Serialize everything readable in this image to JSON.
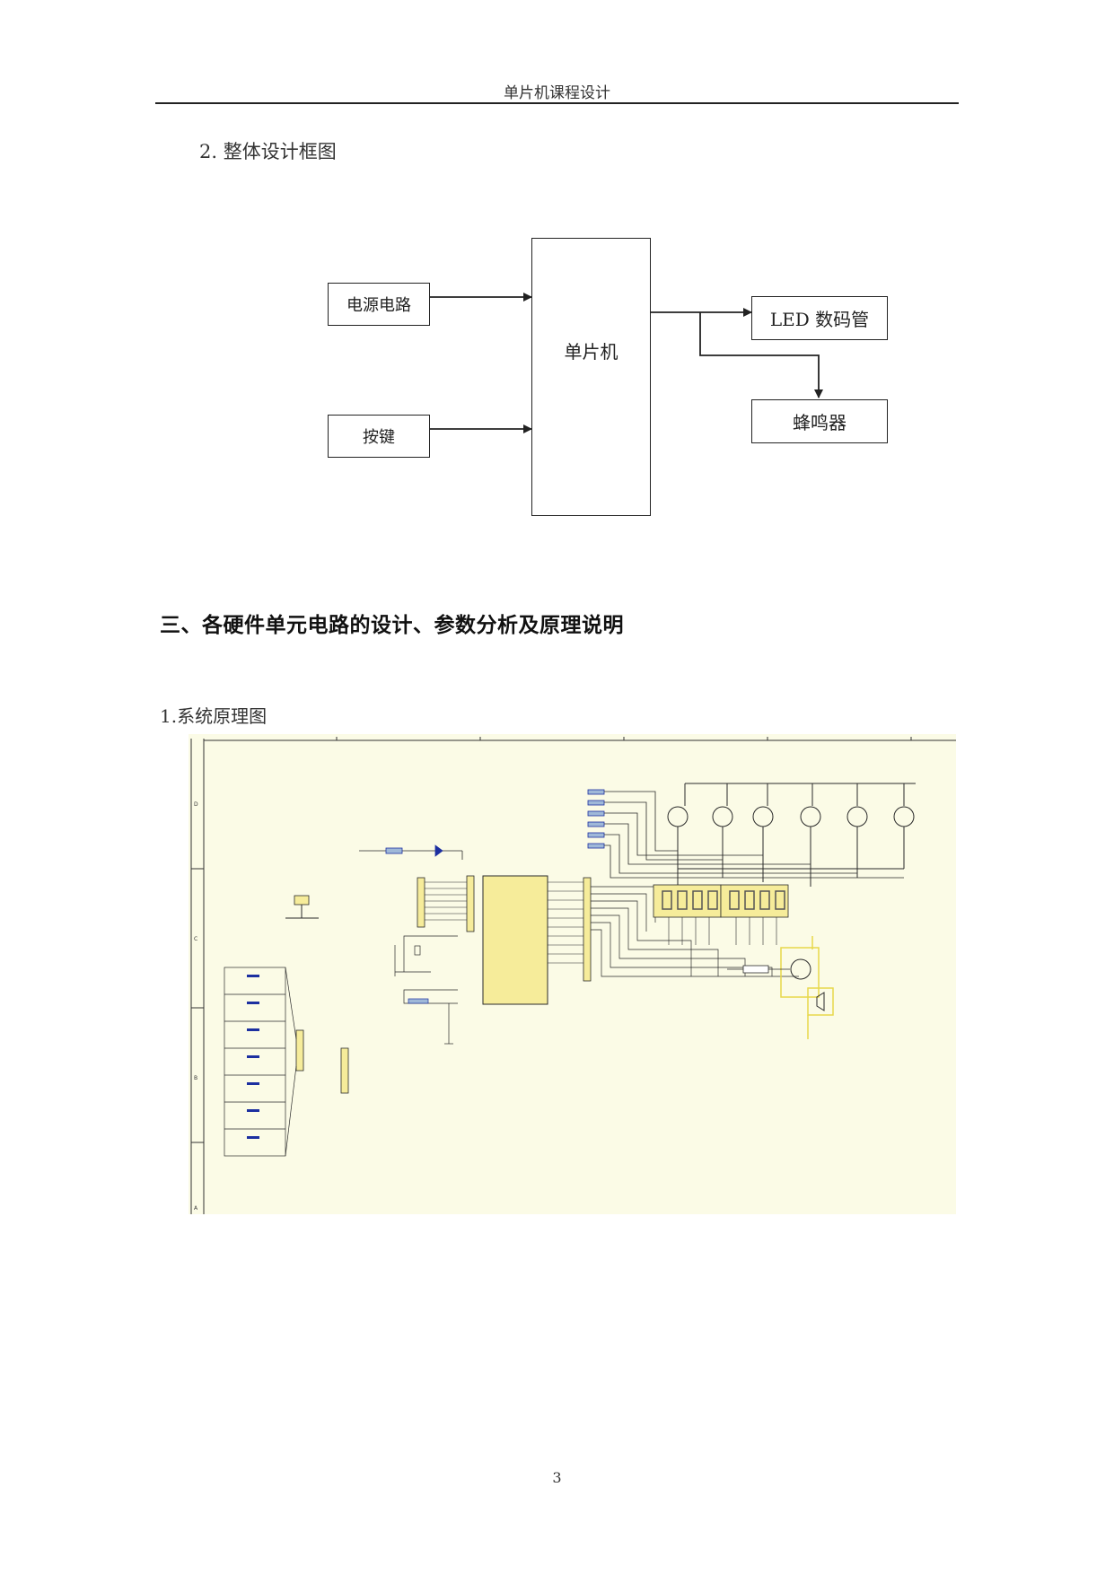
{
  "header": {
    "title": "单片机课程设计"
  },
  "section_2": {
    "title": "2. 整体设计框图"
  },
  "block_diagram": {
    "blocks": {
      "power": "电源电路",
      "mcu": "单片机",
      "led": "LED 数码管",
      "keys": "按键",
      "buzzer": "蜂鸣器"
    }
  },
  "section_3": {
    "heading": "三、各硬件单元电路的设计、参数分析及原理说明"
  },
  "section_3_1": {
    "title": "1.系统原理图"
  },
  "schematic": {
    "border_letters": [
      "D",
      "C",
      "B",
      "A"
    ],
    "colors": {
      "background": "#fbfbe6",
      "component": "#e8d84a",
      "wire": "#2a2a2a",
      "label": "#1c2fa0"
    }
  },
  "footer": {
    "page_number": "3"
  }
}
